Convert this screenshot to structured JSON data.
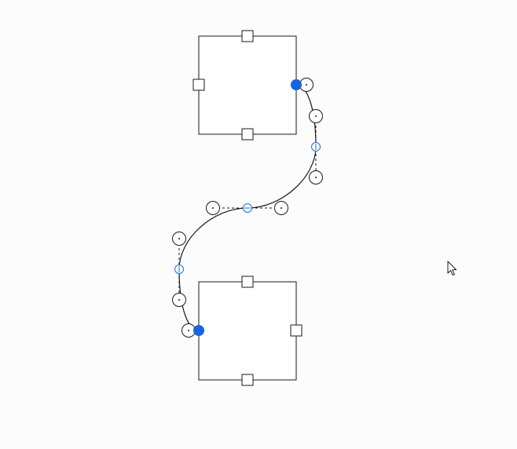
{
  "diagram": {
    "nodes": [
      {
        "id": "node-top"
      },
      {
        "id": "node-bottom"
      }
    ],
    "connector": {
      "type": "bezier",
      "source": "node-top",
      "target": "node-bottom"
    }
  },
  "colors": {
    "selection": "#1764e0",
    "segment": "#1e6fd9",
    "stroke": "#1a1a1a",
    "background": "#fcfcfc"
  },
  "icons": {
    "pointer": "cursor-arrow-icon"
  }
}
